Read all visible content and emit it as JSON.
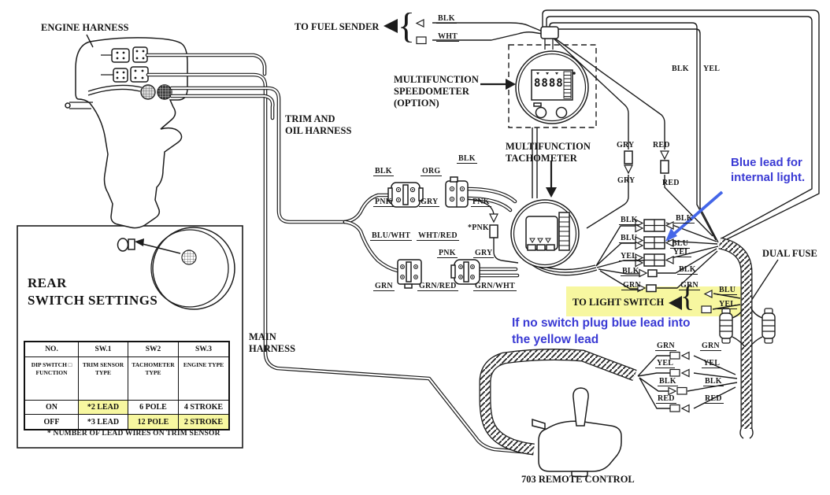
{
  "diagram": {
    "colors": {
      "line": "#1c1c1c",
      "highlight_yellow": "#f7f7a0",
      "note_blue": "#3a3ad4",
      "arrow_blue": "#4466e8"
    },
    "captions": {
      "engine_harness": "ENGINE HARNESS",
      "to_fuel_sender": "TO FUEL SENDER",
      "speedometer_line1": "MULTIFUNCTION",
      "speedometer_line2": "SPEEDOMETER",
      "speedometer_line3": "(OPTION)",
      "trim_oil_line1": "TRIM AND",
      "trim_oil_line2": "OIL HARNESS",
      "tachometer_line1": "MULTIFUNCTION",
      "tachometer_line2": "TACHOMETER",
      "main_harness_line1": "MAIN",
      "main_harness_line2": "HARNESS",
      "dual_fuse": "DUAL FUSE",
      "to_light_switch": "TO LIGHT SWITCH",
      "remote_control": "703 REMOTE CONTROL",
      "speedo_display": "8888"
    },
    "notes": {
      "blue_lead_line1": "Blue lead for",
      "blue_lead_line2": "internal light.",
      "no_switch_line1": "If no switch plug blue lead into",
      "no_switch_line2": "the yellow lead"
    },
    "glyphs": {
      "brace": "{"
    },
    "wires": {
      "fuel_blk": "BLK",
      "fuel_wht": "WHT",
      "battery_blk": "BLK",
      "battery_yel": "YEL",
      "gry_top": "GRY",
      "gry_bottom": "GRY",
      "red_top": "RED",
      "red_bottom": "RED",
      "connA_blk": "BLK",
      "connA_org": "ORG",
      "connA_pnk": "PNK",
      "connA_gry": "GRY",
      "connB_blk": "BLK",
      "connB_pnk": "PNK",
      "fuse_pnk": "*PNK",
      "connC_bluwht": "BLU/WHT",
      "connC_whtred": "WHT/RED",
      "connC_grn": "GRN",
      "connC_grnred": "GRN/RED",
      "connD_pnk": "PNK",
      "connD_gry": "GRY",
      "connD_grnwht": "GRN/WHT",
      "tach_blk_l": "BLK",
      "tach_blk_r": "BLK",
      "tach_blu_l": "BLU",
      "tach_blu_r": "BLU",
      "tach_yel_l": "YEL",
      "tach_yel_r": "YEL",
      "tach_blk2_l": "BLK",
      "tach_blk2_r": "BLK",
      "tach_grn_l": "GRN",
      "tach_grn_r": "GRN",
      "light_blu": "BLU",
      "light_yel": "YEL",
      "rc_grn_l": "GRN",
      "rc_grn_r": "GRN",
      "rc_yel_l": "YEL",
      "rc_yel_r": "YEL",
      "rc_blk_l": "BLK",
      "rc_blk_r": "BLK",
      "rc_red_l": "RED",
      "rc_red_r": "RED"
    },
    "rear_switch": {
      "title_line1": "REAR",
      "title_line2": "SWITCH SETTINGS",
      "table": {
        "headers": [
          "NO.",
          "SW.1",
          "SW2",
          "SW.3"
        ],
        "function_row": [
          "DIP SWITCH □ FUNCTION",
          "TRIM SENSOR TYPE",
          "TACHOMETER TYPE",
          "ENGINE TYPE"
        ],
        "on_row": [
          "ON",
          "*2 LEAD",
          "6 POLE",
          "4 STROKE"
        ],
        "off_row": [
          "OFF",
          "*3 LEAD",
          "12 POLE",
          "2 STROKE"
        ],
        "footnote": "* NUMBER OF LEAD WIRES ON TRIM SENSOR"
      }
    }
  }
}
